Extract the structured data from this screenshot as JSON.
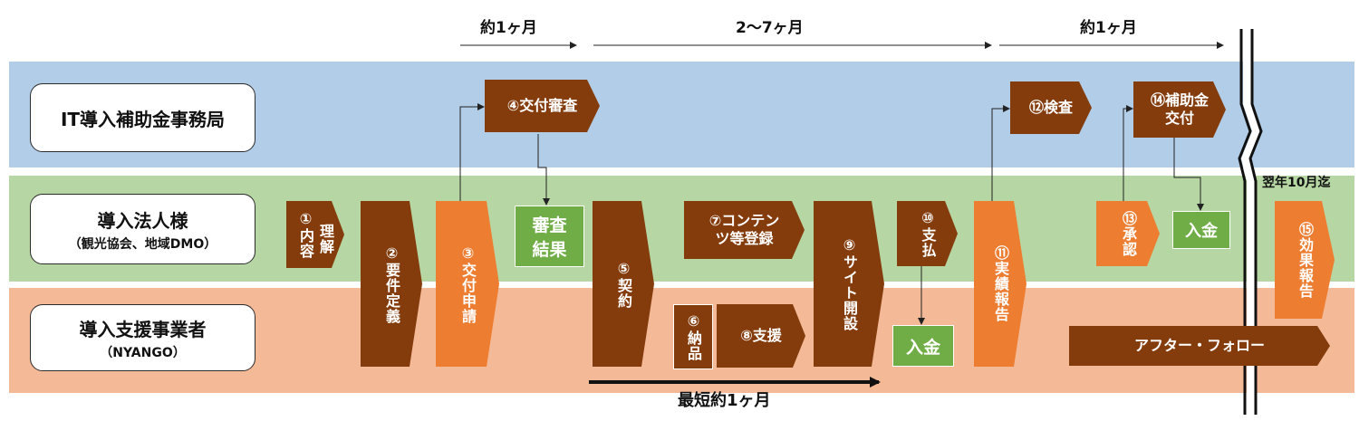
{
  "periods": {
    "p1": "約1ヶ月",
    "p2": "2〜7ヶ月",
    "p3": "約1ヶ月"
  },
  "lanes": {
    "secretariat": {
      "title": "IT導入補助金事務局"
    },
    "corp": {
      "title": "導入法人様",
      "subtitle": "（観光協会、地域DMO）"
    },
    "vendor": {
      "title": "導入支援事業者",
      "subtitle": "（NYANGO）"
    }
  },
  "steps": {
    "s1_left": "理解",
    "s1_right": "①内容",
    "s2": "②要件定義",
    "s3": "③交付申請",
    "s4": "④交付審査",
    "s5": "⑤契約",
    "s6": "⑥納品",
    "s7_line1": "⑦コンテン",
    "s7_line2": "ツ等登録",
    "s8": "⑧支援",
    "s9": "⑨サイト開設",
    "s10": "⑩支払",
    "s11": "⑪実績報告",
    "s12": "⑫検査",
    "s13": "⑬承認",
    "s14_line1": "⑭補助金",
    "s14_line2": "交付",
    "s15": "⑮効果報告"
  },
  "results": {
    "review_line1": "審査",
    "review_line2": "結果",
    "payment_vendor": "入金",
    "payment_corp": "入金"
  },
  "after_follow": "アフター・フォロー",
  "shortest": "最短約1ヶ月",
  "deadline_note": "翌年10月迄",
  "colors": {
    "brown": "#843c0c",
    "orange": "#ed7d31",
    "green": "#70ad47",
    "blue_band": "#b1cde8",
    "green_band": "#b6d6a3",
    "orange_band": "#f4b996"
  }
}
